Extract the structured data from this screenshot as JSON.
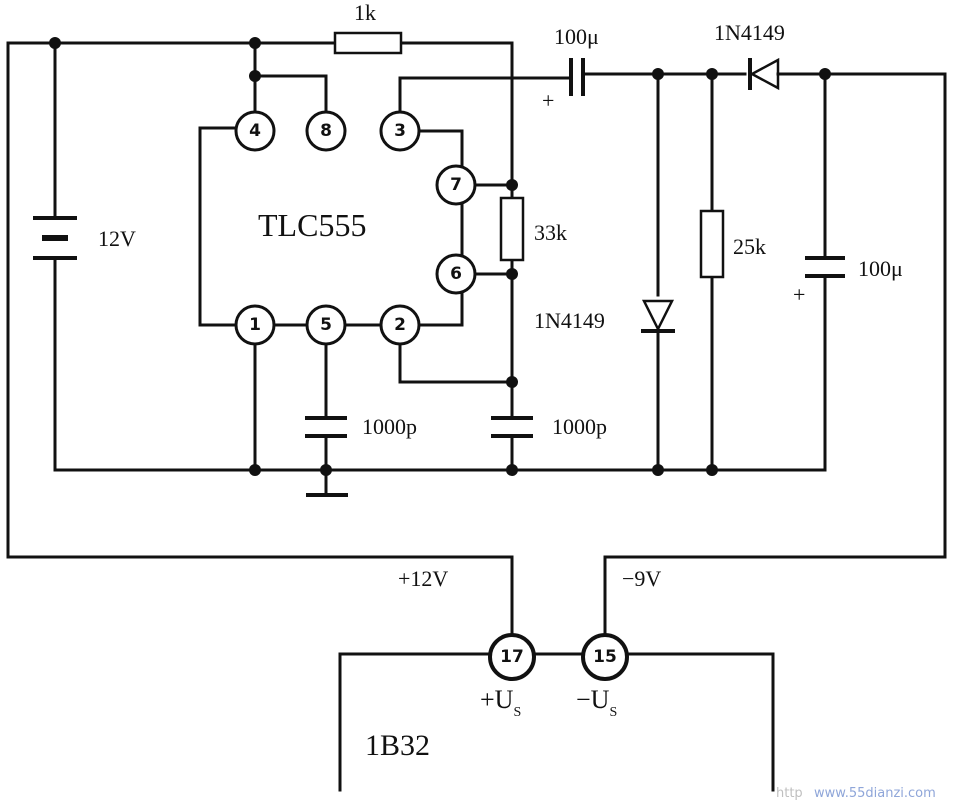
{
  "chip": {
    "name": "TLC555"
  },
  "pins": {
    "p4": "4",
    "p8": "8",
    "p3": "3",
    "p7": "7",
    "p6": "6",
    "p1": "1",
    "p5": "5",
    "p2": "2",
    "p17": "17",
    "p15": "15"
  },
  "components": {
    "battery": "12V",
    "r_top": "1k",
    "r_timing": "33k",
    "r_load": "25k",
    "c_coupling": "100μ",
    "c_coupling_polarity": "+",
    "c_output": "100μ",
    "c_output_polarity": "+",
    "c_pin5": "1000p",
    "c_timing": "1000p",
    "diode_series": "1N4149",
    "diode_shunt": "1N4149"
  },
  "module": {
    "name": "1B32",
    "plus_supply_net": "+12V",
    "minus_supply_net": "−9V",
    "plus_us_sign": "+U",
    "plus_us_sub": "S",
    "minus_us_sign": "−U",
    "minus_us_sub": "S"
  },
  "watermark": {
    "prefix": "http",
    "site": "www.55dianzi.com"
  }
}
